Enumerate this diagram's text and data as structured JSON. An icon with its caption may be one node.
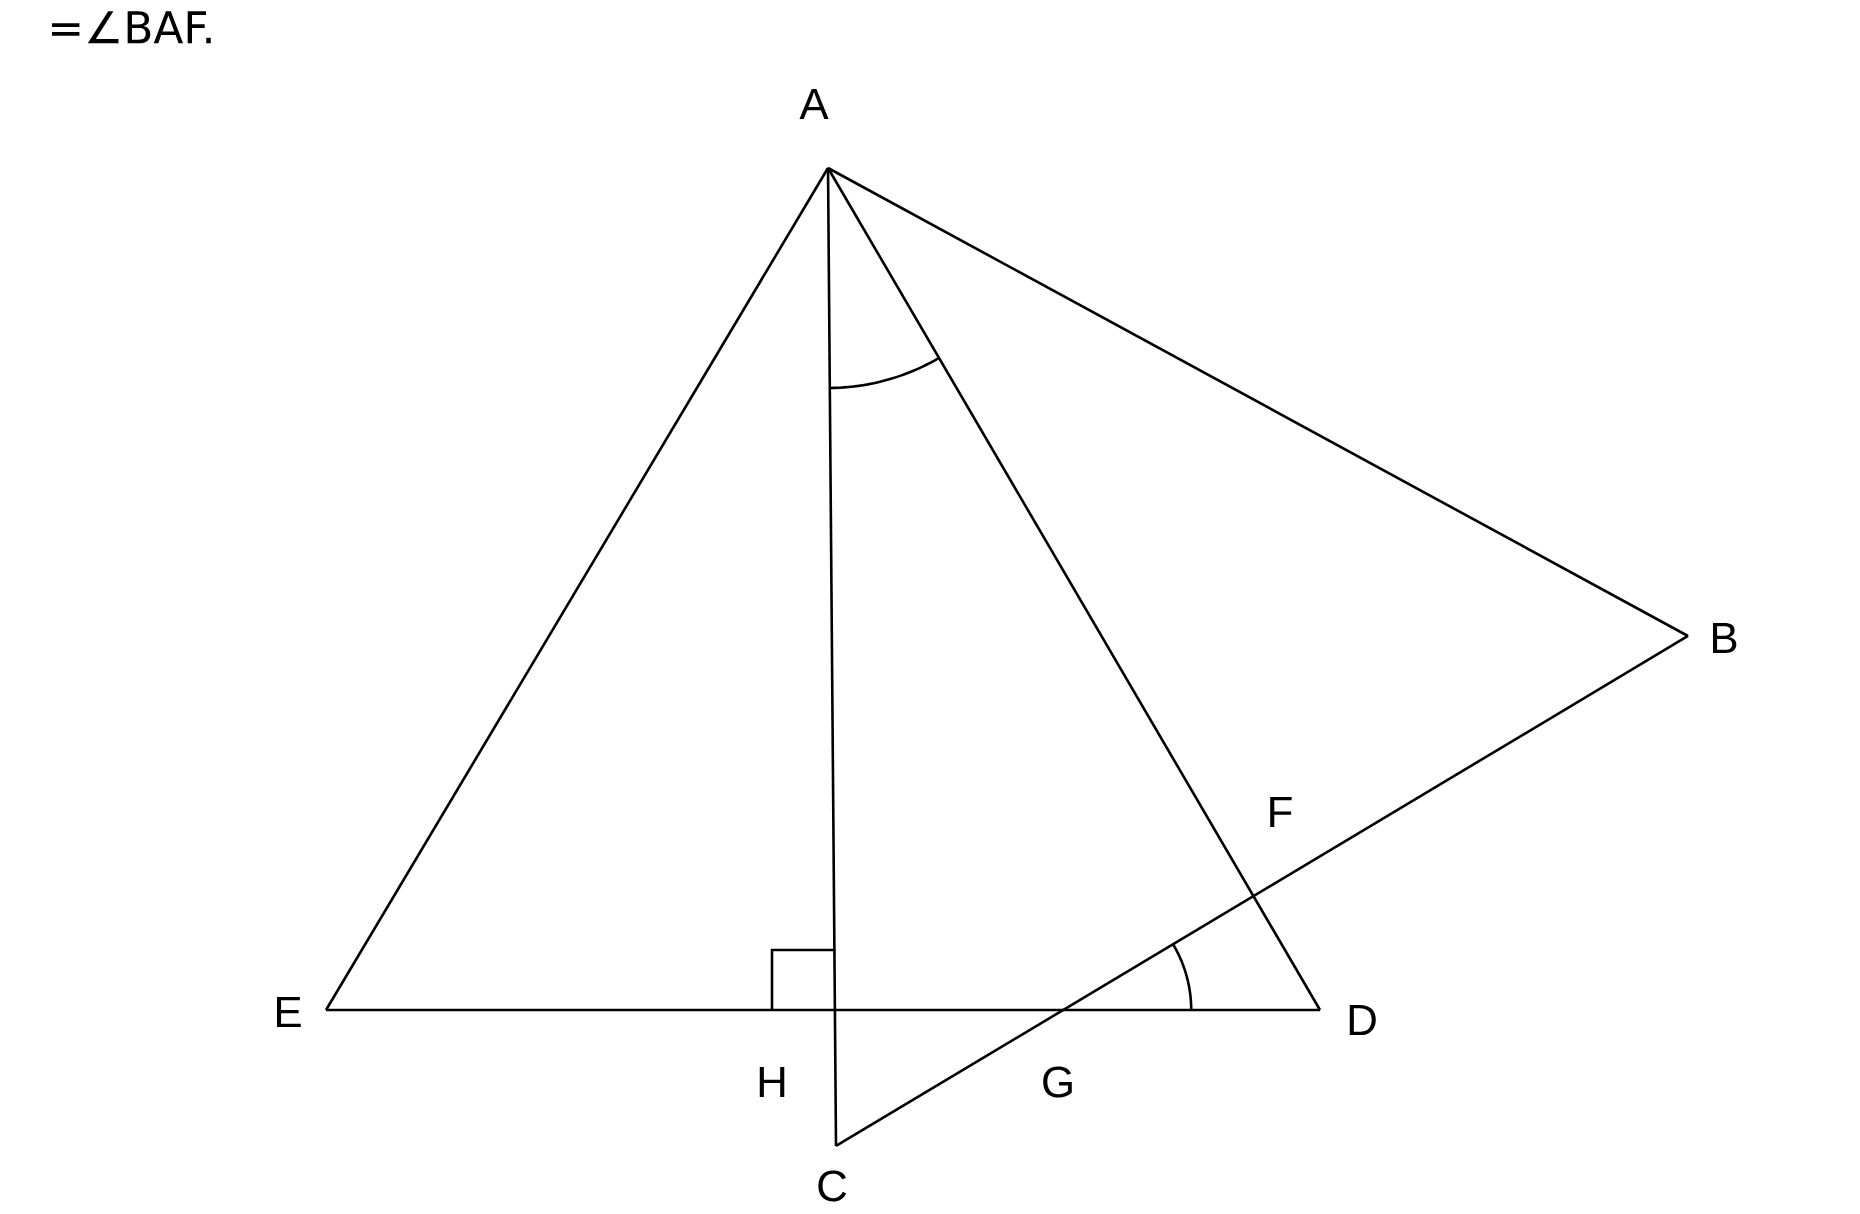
{
  "diagram": {
    "labels": [
      "=∠BAF.",
      "A",
      "B",
      "F",
      "E",
      "H",
      "G",
      "D",
      "C"
    ]
  }
}
